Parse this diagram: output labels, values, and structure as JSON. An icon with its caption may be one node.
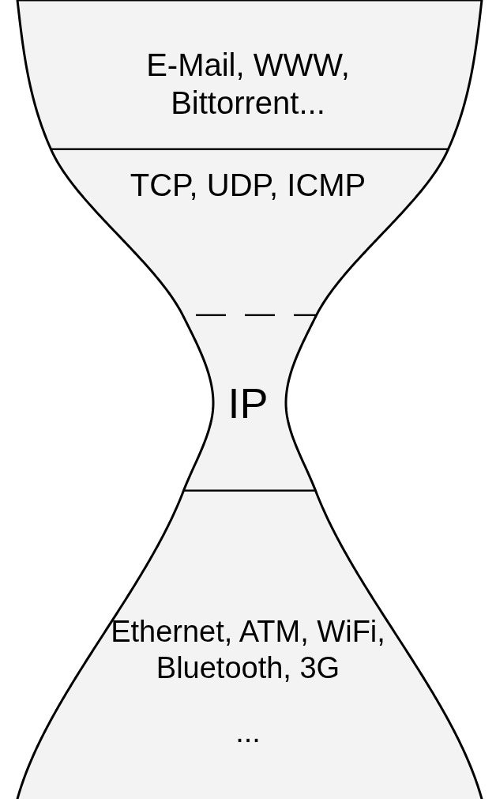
{
  "diagram": {
    "nodes": [
      {
        "text": [
          "E-Mail, WWW, Bittorrent..."
        ]
      },
      {
        "text": [
          "TCP, UDP, ICMP"
        ]
      },
      {
        "text": [
          "IP"
        ]
      },
      {
        "text": [
          "Ethernet, ATM, WiFi, Bluetooth, 3G",
          "..."
        ]
      }
    ]
  }
}
